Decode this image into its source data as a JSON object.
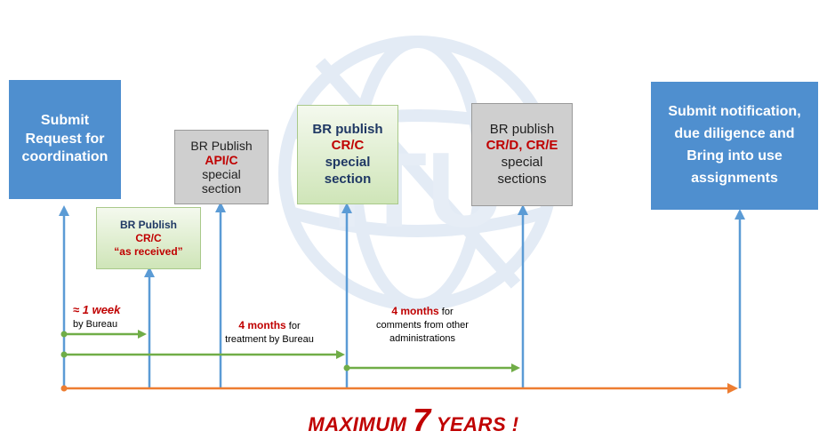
{
  "colors": {
    "blue_box": "#4f8fcf",
    "blue_arrow": "#5b9bd5",
    "green_arrow": "#70ad47",
    "orange_arrow": "#ed7d31",
    "accent_red": "#c00000",
    "navy_text": "#1f3864"
  },
  "watermark": {
    "icon": "itu-logo-icon",
    "text": "ITU"
  },
  "boxes": {
    "submit_request": {
      "lines": [
        "Submit",
        "Request for",
        "coordination"
      ]
    },
    "br_publish_api": {
      "line1": "BR Publish",
      "line2": "API/C",
      "line3": "special",
      "line4": "section"
    },
    "br_publish_crc_received": {
      "line1": "BR Publish",
      "line2": "CR/C",
      "line3": "“as received”"
    },
    "br_publish_crc_special": {
      "line1": "BR publish",
      "line2": "CR/C",
      "line3": "special",
      "line4": "section"
    },
    "br_publish_crd_cre": {
      "line1": "BR publish",
      "line2": "CR/D, CR/E",
      "line3": "special",
      "line4": "sections"
    },
    "submit_notification": {
      "lines": [
        "Submit notification,",
        "due diligence and",
        "Bring into use",
        "assignments"
      ]
    }
  },
  "labels": {
    "one_week": {
      "value": "≈ 1 week",
      "text": "by Bureau"
    },
    "four_months_treatment": {
      "value": "4 months",
      "suffix": " for",
      "text": "treatment by Bureau"
    },
    "four_months_comments": {
      "value": "4 months",
      "suffix": " for",
      "line2": "comments from other",
      "line3": "administrations"
    }
  },
  "footer": {
    "prefix": "MAXIMUM ",
    "number": "7",
    "suffix": " YEARS !"
  }
}
